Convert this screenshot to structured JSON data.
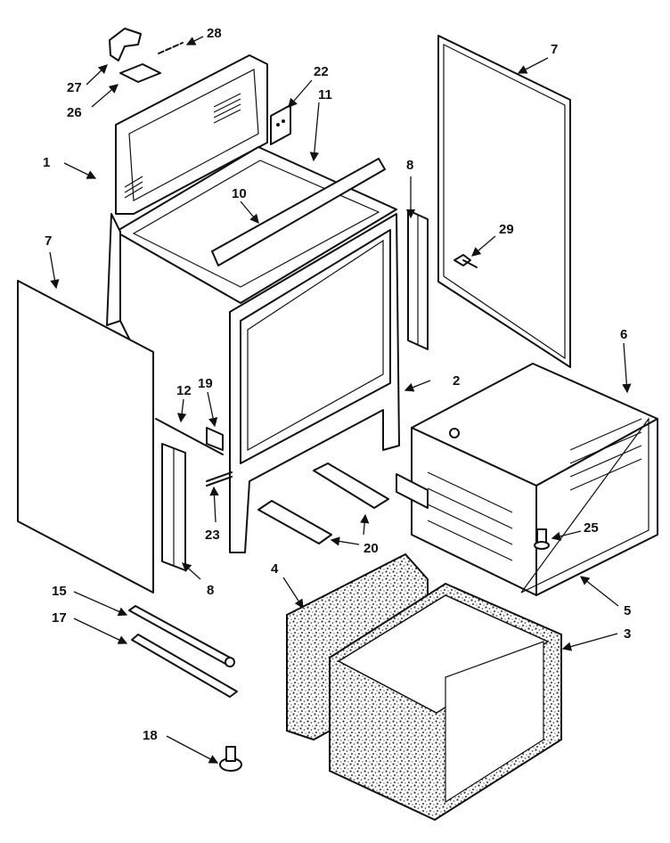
{
  "diagram": {
    "callouts": [
      {
        "id": "c1",
        "label": "1"
      },
      {
        "id": "c2",
        "label": "2"
      },
      {
        "id": "c3",
        "label": "3"
      },
      {
        "id": "c4",
        "label": "4"
      },
      {
        "id": "c5",
        "label": "5"
      },
      {
        "id": "c6",
        "label": "6"
      },
      {
        "id": "c7a",
        "label": "7"
      },
      {
        "id": "c7b",
        "label": "7"
      },
      {
        "id": "c8a",
        "label": "8"
      },
      {
        "id": "c8b",
        "label": "8"
      },
      {
        "id": "c10",
        "label": "10"
      },
      {
        "id": "c11",
        "label": "11"
      },
      {
        "id": "c12",
        "label": "12"
      },
      {
        "id": "c15",
        "label": "15"
      },
      {
        "id": "c17",
        "label": "17"
      },
      {
        "id": "c18",
        "label": "18"
      },
      {
        "id": "c19",
        "label": "19"
      },
      {
        "id": "c20",
        "label": "20"
      },
      {
        "id": "c22",
        "label": "22"
      },
      {
        "id": "c23",
        "label": "23"
      },
      {
        "id": "c25",
        "label": "25"
      },
      {
        "id": "c26",
        "label": "26"
      },
      {
        "id": "c27",
        "label": "27"
      },
      {
        "id": "c28",
        "label": "28"
      },
      {
        "id": "c29",
        "label": "29"
      }
    ]
  }
}
